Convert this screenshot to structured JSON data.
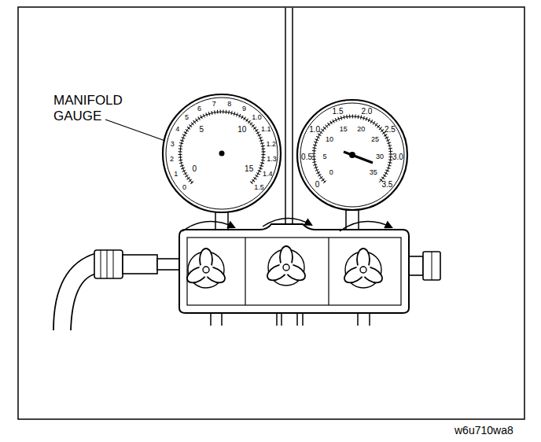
{
  "diagram": {
    "labels": [
      "MANIFOLD GAUGE",
      "0",
      "1",
      "2",
      "3",
      "4",
      "5",
      "6",
      "7",
      "8",
      "9",
      "1.0",
      "1.1",
      "1.2",
      "1.3",
      "1.4",
      "1.5",
      "0",
      "5",
      "10",
      "15",
      "0",
      "0.5",
      "1.0",
      "1.5",
      "2.0",
      "2.5",
      "3.0",
      "3.5",
      "0",
      "5",
      "10",
      "15",
      "20",
      "25",
      "30",
      "35",
      "w6u710wa8"
    ]
  }
}
